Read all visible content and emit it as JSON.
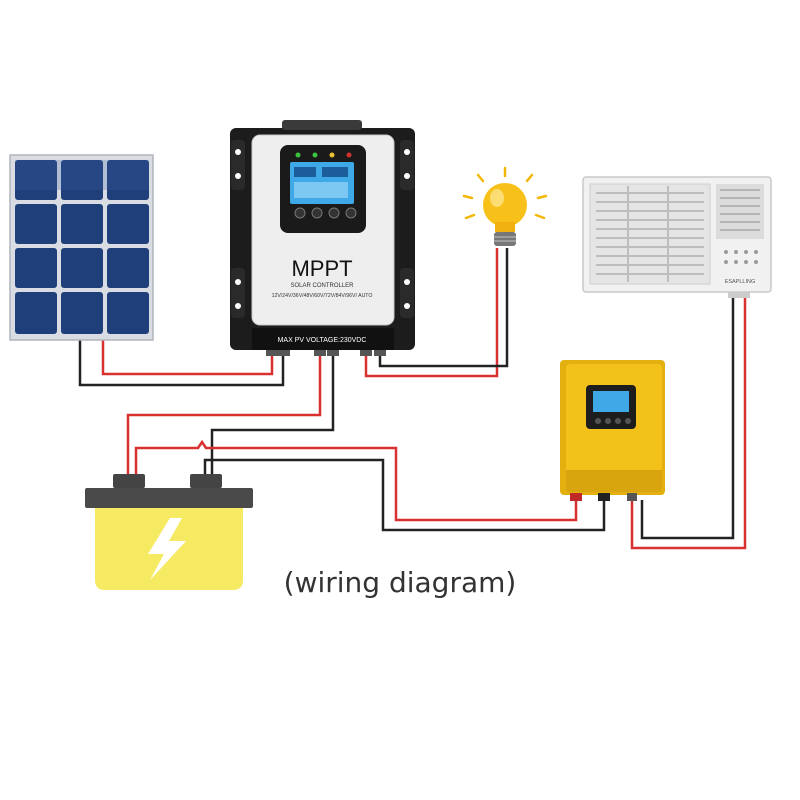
{
  "controller": {
    "brand": "MPPT",
    "subtitle": "SOLAR CONTROLLER",
    "voltages": "12V/24V/36V/48V/60V/72V/84V/96V/ AUTO",
    "max_pv": "MAX PV VOLTAGE:230VDC"
  },
  "air_conditioner": {
    "brand": "ESAPLLING"
  },
  "caption": "(wiring diagram)",
  "colors": {
    "wire_red": "#d93030",
    "wire_black": "#222222",
    "panel_blue": "#1f3f7a",
    "inverter_yellow": "#f2c21a",
    "battery_yellow": "#f6ea63"
  }
}
